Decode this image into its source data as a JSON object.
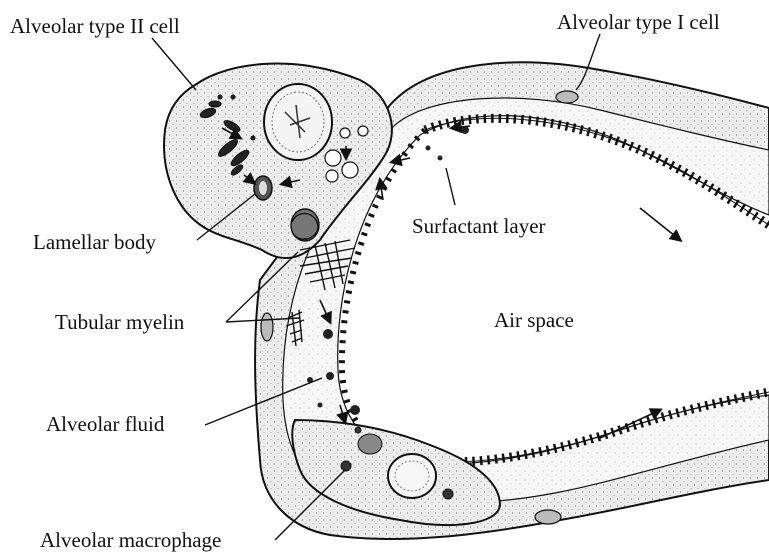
{
  "labels": {
    "type2_cell": "Alveolar type II cell",
    "type1_cell": "Alveolar type I cell",
    "lamellar_body": "Lamellar body",
    "surfactant_layer": "Surfactant layer",
    "tubular_myelin": "Tubular myelin",
    "air_space": "Air space",
    "alveolar_fluid": "Alveolar fluid",
    "macrophage": "Alveolar macrophage"
  },
  "colors": {
    "ink": "#111111",
    "cell_fill": "#e9e9e9",
    "wall_fill": "#eeeeee",
    "fluid_fill": "#f6f6f6",
    "background": "#ffffff"
  }
}
